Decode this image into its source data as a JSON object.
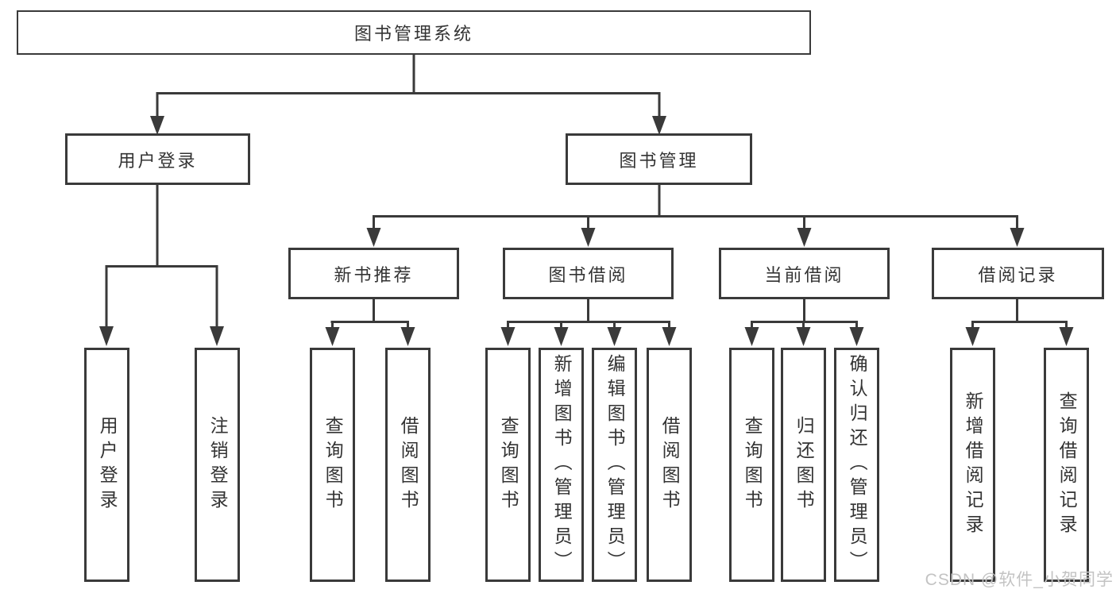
{
  "diagram": {
    "root": {
      "label": "图书管理系统"
    },
    "level2": [
      {
        "label": "用户登录"
      },
      {
        "label": "图书管理"
      }
    ],
    "level3": [
      {
        "label": "新书推荐"
      },
      {
        "label": "图书借阅"
      },
      {
        "label": "当前借阅"
      },
      {
        "label": "借阅记录"
      }
    ],
    "leaves": {
      "user_login": [
        "用户登录",
        "注销登录"
      ],
      "new_book": [
        "查询图书",
        "借阅图书"
      ],
      "book_borrow": [
        "查询图书",
        "新增图书（管理员）",
        "编辑图书（管理员）",
        "借阅图书"
      ],
      "current_borrow": [
        "查询图书",
        "归还图书",
        "确认归还（管理员）"
      ],
      "borrow_record": [
        "新增借阅记录",
        "查询借阅记录"
      ]
    },
    "watermark": "CSDN @软件_小贺同学",
    "colors": {
      "line": "#3a3a3a",
      "text": "#333333",
      "box_fill": "#ffffff",
      "watermark": "#c3c3c3",
      "background": "#ffffff"
    }
  }
}
